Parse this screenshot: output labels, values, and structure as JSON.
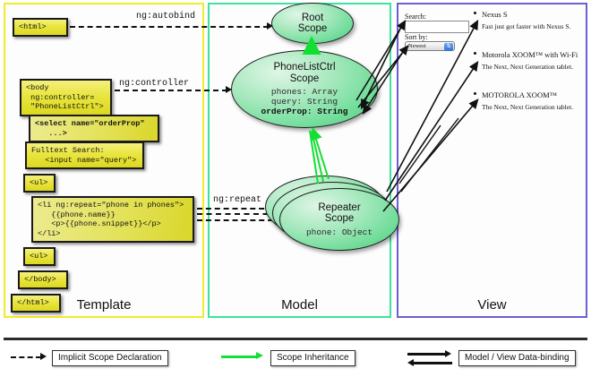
{
  "columns": [
    {
      "key": "template",
      "label": "Template",
      "border": "#f2eb2a"
    },
    {
      "key": "model",
      "label": "Model",
      "border": "#3ee2a0"
    },
    {
      "key": "view",
      "label": "View",
      "border": "#6b5fd6"
    }
  ],
  "template": {
    "blocks": [
      {
        "id": "html-open",
        "text": "<html>"
      },
      {
        "id": "body-open",
        "text": "<body\n ng:controller=\n \"PhoneListCtrl\">"
      },
      {
        "id": "select-orderprop",
        "text": "<select name=\"orderProp\"\n   ...>"
      },
      {
        "id": "fulltext-search",
        "text": "Fulltext Search:\n   <input name=\"query\">"
      },
      {
        "id": "ul-open",
        "text": "<ul>"
      },
      {
        "id": "li-repeat",
        "text": "<li ng:repeat=\"phone in phones\">\n   {{phone.name}}\n   <p>{{phone.snippet}}</p>\n</li>"
      },
      {
        "id": "ul-close",
        "text": "<ul>"
      },
      {
        "id": "body-close",
        "text": "</body>"
      },
      {
        "id": "html-close",
        "text": "</html>"
      }
    ]
  },
  "connectors": [
    {
      "id": "ng-autobind",
      "label": "ng:autobind"
    },
    {
      "id": "ng-controller",
      "label": "ng:controller"
    },
    {
      "id": "ng-repeat",
      "label": "ng:repeat"
    }
  ],
  "model": {
    "scopes": [
      {
        "id": "root-scope",
        "title": "Root\nScope",
        "props": ""
      },
      {
        "id": "phonelistctrl-scope",
        "title": "PhoneListCtrl\nScope",
        "props_plain": "phones: Array\nquery: String",
        "props_bold": "orderProp: String"
      },
      {
        "id": "repeater-scope",
        "title": "Repeater\nScope",
        "props_plain": "phone: Object"
      }
    ]
  },
  "view": {
    "search_label": "Search:",
    "search_value": "",
    "search_placeholder": "",
    "sort_label": "Sort by:",
    "sort_selected": "Newest",
    "sort_options": [
      "Newest"
    ],
    "phones": [
      {
        "name": "Nexus S",
        "snippet": "Fast just got faster with Nexus S."
      },
      {
        "name": "Motorola XOOM™ with Wi-Fi",
        "snippet": "The Next, Next Generation tablet."
      },
      {
        "name": "MOTOROLA XOOM™",
        "snippet": "The Next, Next Generation tablet."
      }
    ]
  },
  "legend": [
    {
      "id": "implicit-scope-declaration",
      "label": "Implicit Scope Declaration",
      "style": "dashed"
    },
    {
      "id": "scope-inheritance",
      "label": "Scope Inheritance",
      "style": "green"
    },
    {
      "id": "model-view-data-binding",
      "label": "Model / View Data-binding",
      "style": "double"
    }
  ],
  "colors": {
    "code_fill": "#e9e53f",
    "scope_fill": "#71dd9a",
    "inheritance_arrow": "#11e032",
    "template_border": "#f2eb2a",
    "model_border": "#3ee2a0",
    "view_border": "#6b5fd6"
  }
}
